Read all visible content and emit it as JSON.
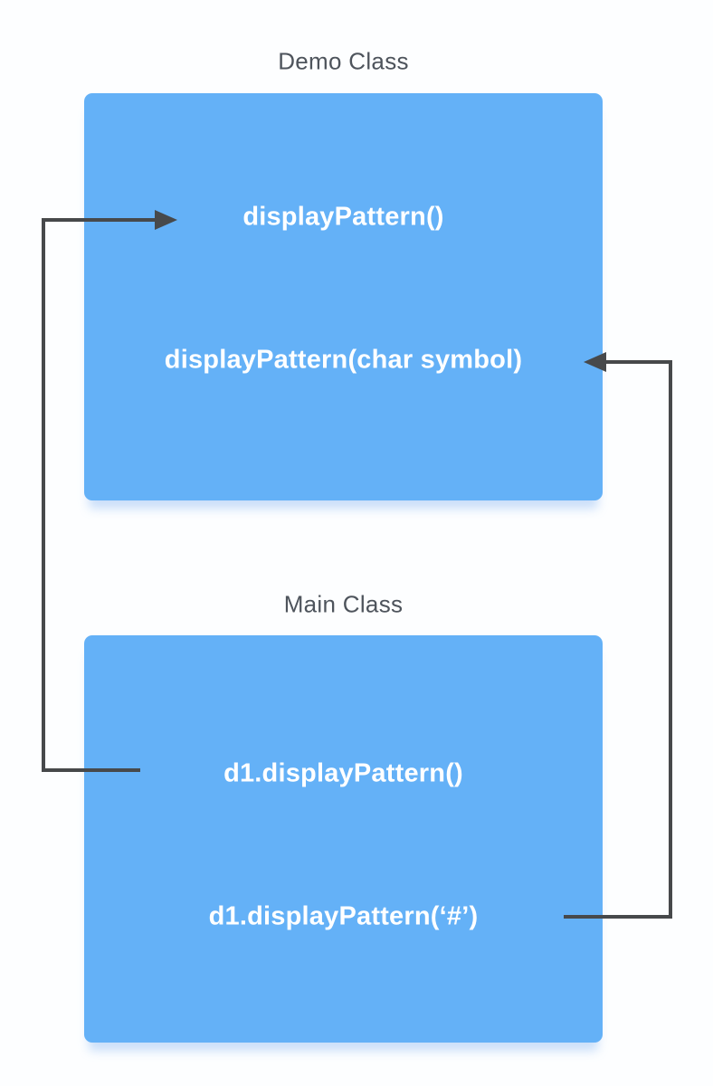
{
  "demo_class": {
    "title": "Demo Class",
    "methods": [
      {
        "label": "displayPattern()"
      },
      {
        "label": "displayPattern(char symbol)"
      }
    ]
  },
  "main_class": {
    "title": "Main Class",
    "calls": [
      {
        "label": "d1.displayPattern()"
      },
      {
        "label": "d1.displayPattern(‘#’)"
      }
    ]
  },
  "connections": [
    {
      "from": "d1.displayPattern()",
      "to": "displayPattern()",
      "direction": "left-side-arrow"
    },
    {
      "from": "d1.displayPattern(‘#’)",
      "to": "displayPattern(char symbol)",
      "direction": "right-side-arrow"
    }
  ],
  "colors": {
    "box_fill": "#64b1f7",
    "box_text": "#ffffff",
    "title_text": "#4e545c",
    "arrow": "#47494b",
    "background": "#fdfeff",
    "box_shadow": "#dcebfb"
  }
}
